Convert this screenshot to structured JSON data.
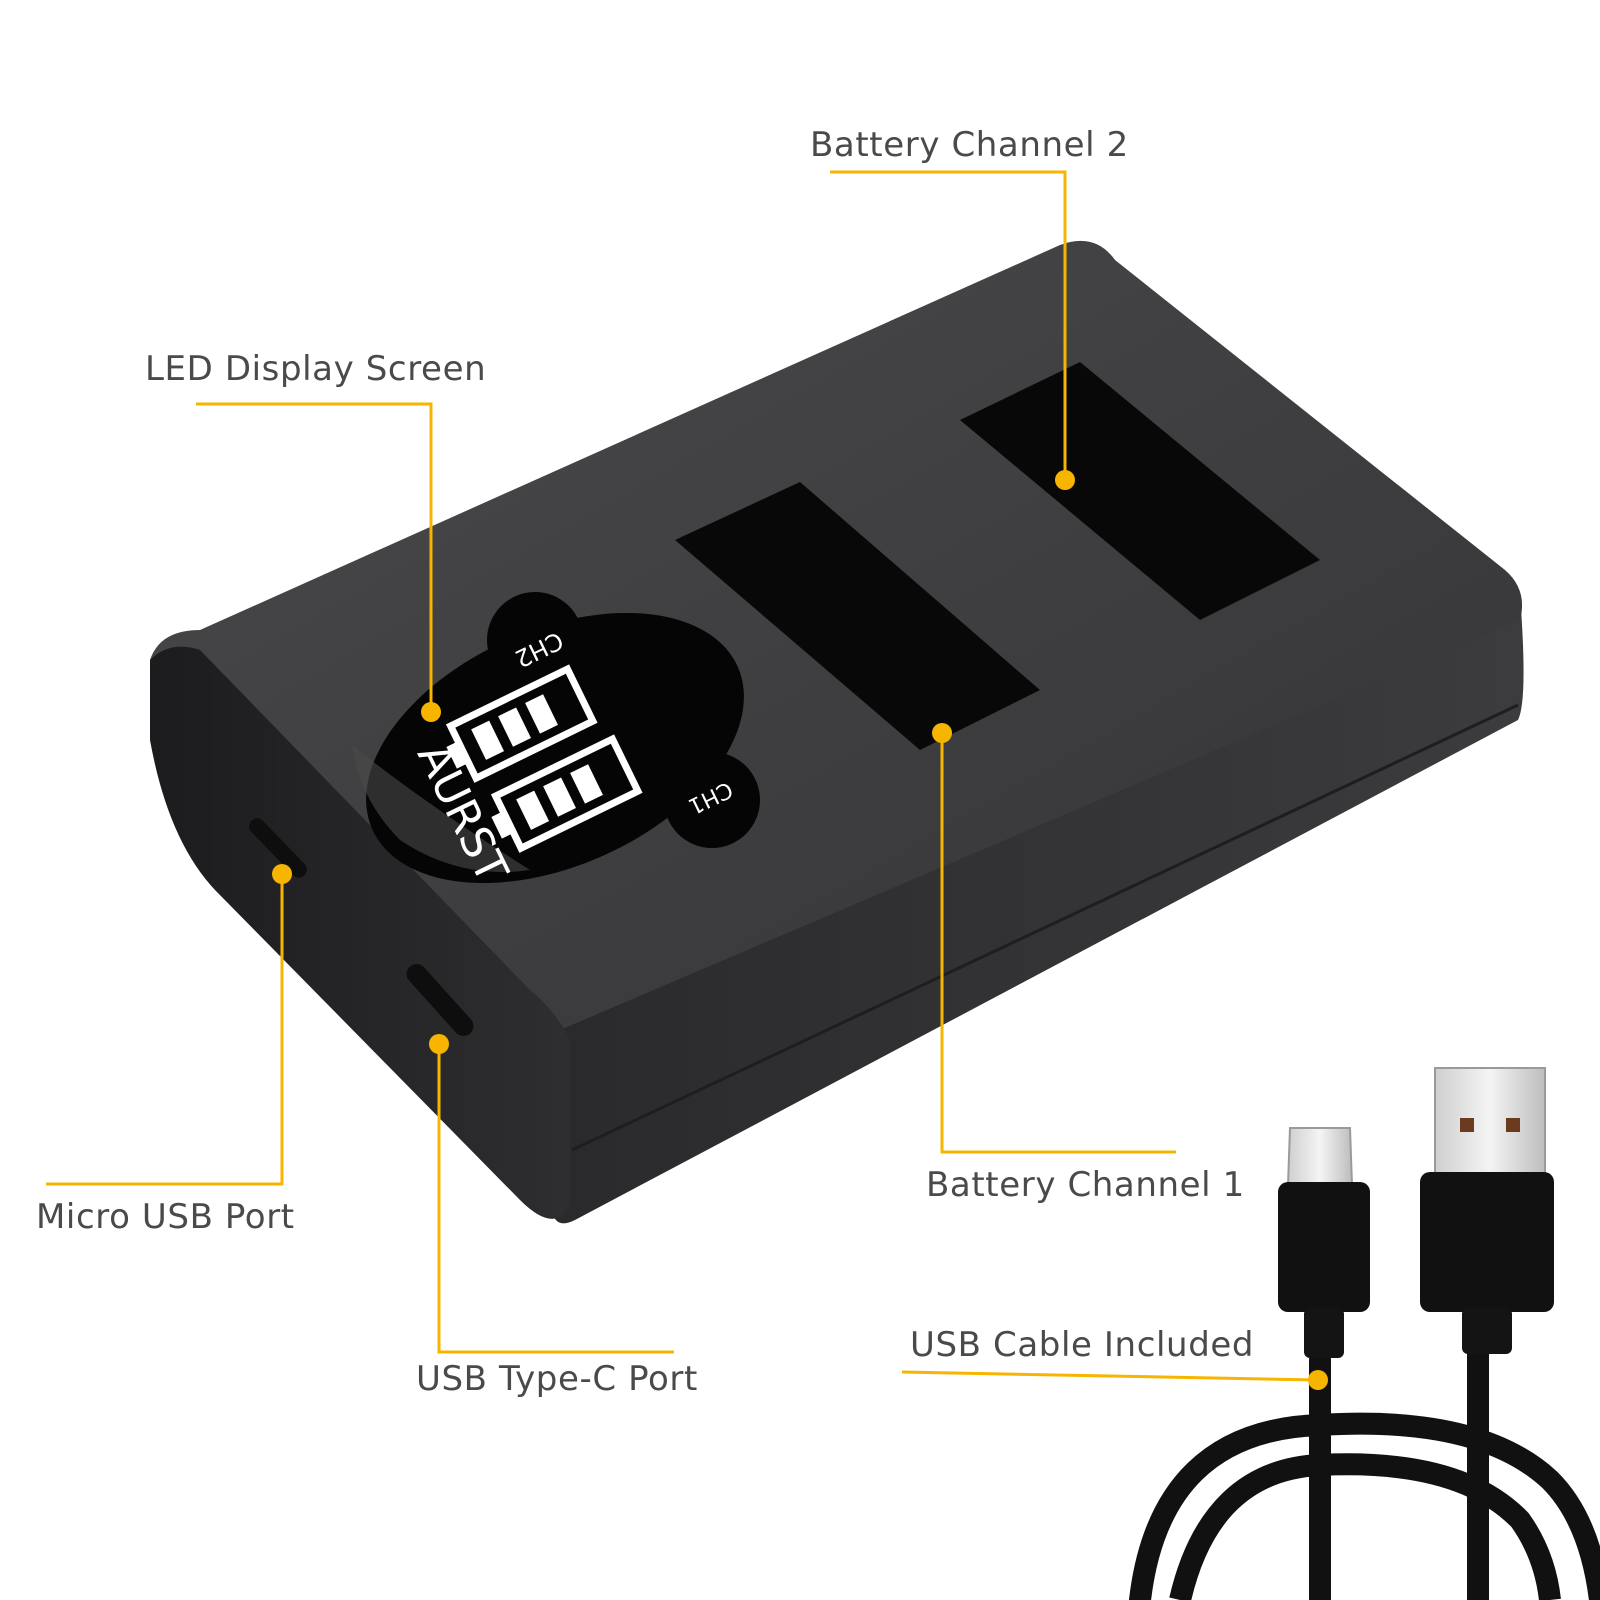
{
  "labels": {
    "battery_channel_2": "Battery Channel 2",
    "led_display_screen": "LED Display Screen",
    "battery_channel_1": "Battery Channel 1",
    "micro_usb_port": "Micro USB Port",
    "usb_type_c_port": "USB Type-C Port",
    "usb_cable_included": "USB Cable Included"
  },
  "display": {
    "ch1": "CH1",
    "ch2": "CH2",
    "brand": "AURST"
  },
  "colors": {
    "accent": "#f7b500",
    "label_text": "#4a4a4a",
    "body": "#3b3b3d",
    "slot": "#080808",
    "cable": "#111111"
  }
}
